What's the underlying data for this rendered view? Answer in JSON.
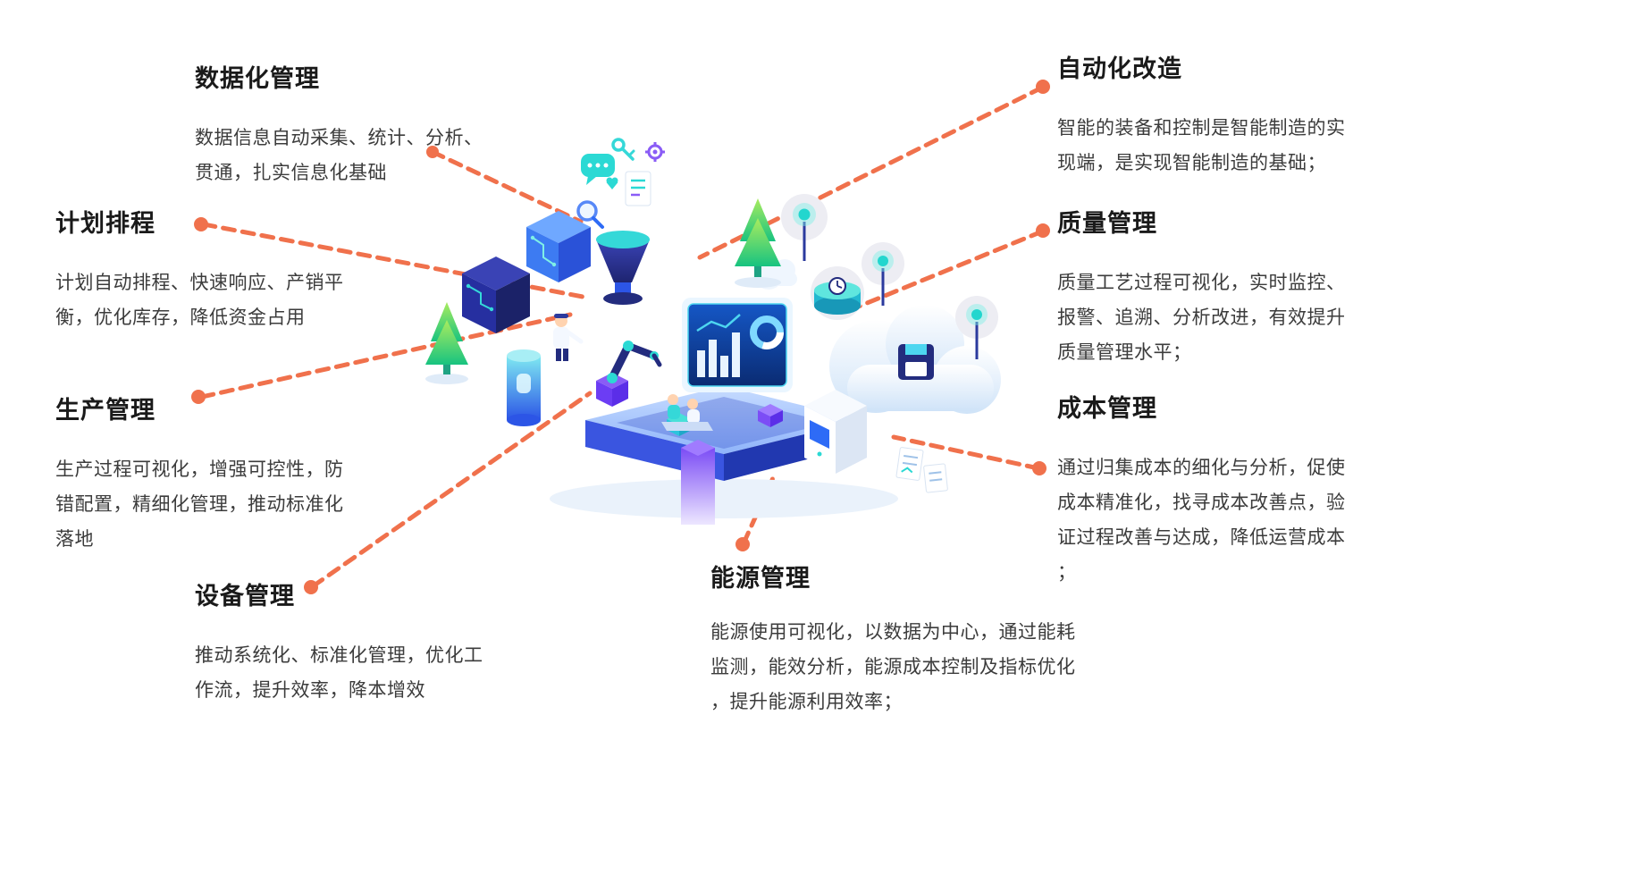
{
  "accent": {
    "connector_color": "#F0714C"
  },
  "sections": [
    {
      "id": "data-management",
      "title": "数据化管理",
      "body": "数据信息自动采集、统计、分析、\n贯通，扎实信息化基础"
    },
    {
      "id": "planning-scheduling",
      "title": "计划排程",
      "body": "计划自动排程、快速响应、产销平\n衡，优化库存，降低资金占用"
    },
    {
      "id": "production-management",
      "title": "生产管理",
      "body": "生产过程可视化，增强可控性，防\n错配置，精细化管理，推动标准化\n落地"
    },
    {
      "id": "equipment-management",
      "title": "设备管理",
      "body": "推动系统化、标准化管理，优化工\n作流，提升效率，降本增效"
    },
    {
      "id": "energy-management",
      "title": "能源管理",
      "body": "能源使用可视化，以数据为中心，通过能耗\n监测，能效分析，能源成本控制及指标优化\n，提升能源利用效率；"
    },
    {
      "id": "automation-upgrade",
      "title": "自动化改造",
      "body": "智能的装备和控制是智能制造的实\n现端，是实现智能制造的基础；"
    },
    {
      "id": "quality-management",
      "title": "质量管理",
      "body": "质量工艺过程可视化，实时监控、\n报警、追溯、分析改进，有效提升\n质量管理水平；"
    },
    {
      "id": "cost-management",
      "title": "成本管理",
      "body": "通过归集成本的细化与分析，促使\n成本精准化，找寻成本改善点，验\n证过程改善与达成，降低运营成本\n；"
    }
  ]
}
